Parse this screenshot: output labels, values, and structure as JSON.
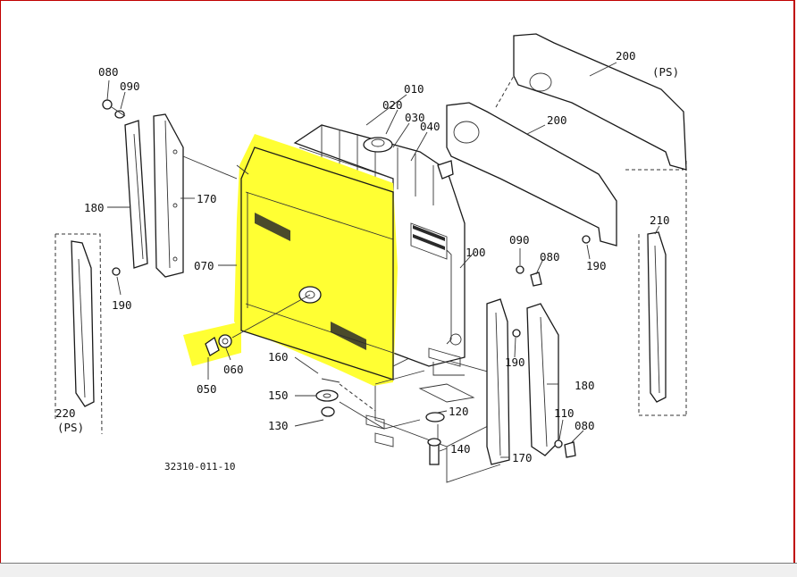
{
  "diagram": {
    "document_number": "32310-011-10",
    "highlight_color": "#ffff33",
    "frame_color": "#c00000",
    "labels": {
      "l010": "010",
      "l020": "020",
      "l030": "030",
      "l040": "040",
      "l050": "050",
      "l060": "060",
      "l070": "070",
      "l080a": "080",
      "l080b": "080",
      "l080c": "080",
      "l090a": "090",
      "l090b": "090",
      "l100": "100",
      "l110": "110",
      "l120": "120",
      "l130": "130",
      "l140": "140",
      "l150": "150",
      "l160": "160",
      "l170a": "170",
      "l170b": "170",
      "l180a": "180",
      "l180b": "180",
      "l190a": "190",
      "l190b": "190",
      "l190c": "190",
      "l200a": "200",
      "l200b": "200",
      "ps200": "(PS)",
      "l210": "210",
      "l220": "220",
      "ps220": "(PS)"
    }
  }
}
